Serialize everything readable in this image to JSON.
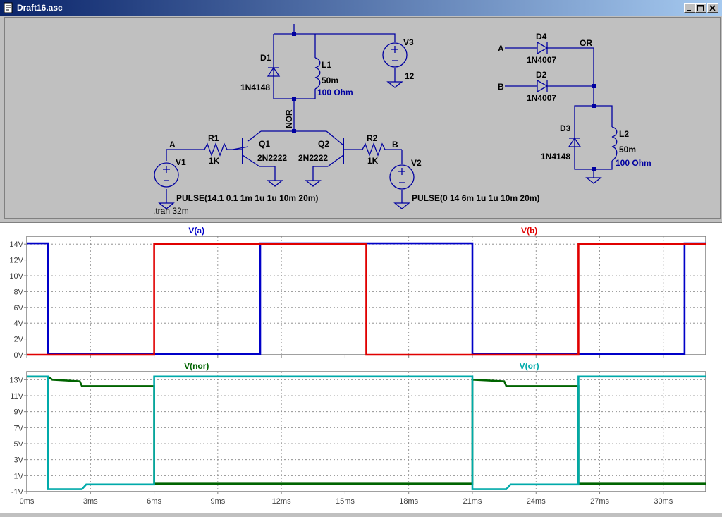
{
  "window": {
    "title": "Draft16.asc"
  },
  "schematic": {
    "labels": {
      "v3": "V3",
      "v3_value": "12",
      "d1": "D1",
      "d1_part": "1N4148",
      "l1": "L1",
      "l1_ind": "50m",
      "l1_res": "100 Ohm",
      "nor": "NOR",
      "q1": "Q1",
      "q1_part": "2N2222",
      "q2": "Q2",
      "q2_part": "2N2222",
      "r1": "R1",
      "r1_value": "1K",
      "r2": "R2",
      "r2_value": "1K",
      "net_a": "A",
      "net_b": "B",
      "v1": "V1",
      "v1_value": "PULSE(14.1 0.1 1m 1u 1u 10m 20m)",
      "v2": "V2",
      "v2_value": "PULSE(0 14 6m 1u 1u 10m 20m)",
      "tran": ".tran 32m",
      "d4": "D4",
      "d4_part": "1N4007",
      "d2": "D2",
      "d2_part": "1N4007",
      "or": "OR",
      "or_a": "A",
      "or_b": "B",
      "d3": "D3",
      "d3_part": "1N4148",
      "l2": "L2",
      "l2_ind": "50m",
      "l2_res": "100 Ohm"
    }
  },
  "colors": {
    "va": "#0000c8",
    "vb": "#e00000",
    "vnor": "#006400",
    "vor": "#00aaaa",
    "inst": "#0000a0"
  },
  "chart_data": [
    {
      "type": "line",
      "title": "",
      "series": [
        {
          "name": "V(a)",
          "color": "#0000c8",
          "points": [
            [
              0,
              14.1
            ],
            [
              1,
              14.1
            ],
            [
              1,
              0.1
            ],
            [
              11,
              0.1
            ],
            [
              11,
              14.1
            ],
            [
              21,
              14.1
            ],
            [
              21,
              0.1
            ],
            [
              31,
              0.1
            ],
            [
              31,
              14.1
            ],
            [
              32,
              14.1
            ]
          ]
        },
        {
          "name": "V(b)",
          "color": "#e00000",
          "points": [
            [
              0,
              0
            ],
            [
              6,
              0
            ],
            [
              6,
              14
            ],
            [
              16,
              14
            ],
            [
              16,
              0
            ],
            [
              26,
              0
            ],
            [
              26,
              14
            ],
            [
              32,
              14
            ]
          ]
        }
      ],
      "xlim": [
        0,
        32
      ],
      "ylim": [
        0,
        15
      ],
      "yticks": [
        0,
        2,
        4,
        6,
        8,
        10,
        12,
        14
      ],
      "ytick_labels": [
        "0V",
        "2V",
        "4V",
        "6V",
        "8V",
        "10V",
        "12V",
        "14V"
      ],
      "xticks": [
        0,
        3,
        6,
        9,
        12,
        15,
        18,
        21,
        24,
        27,
        30
      ],
      "grid": true
    },
    {
      "type": "line",
      "title": "",
      "series": [
        {
          "name": "V(nor)",
          "color": "#006400",
          "points": [
            [
              0,
              13.4
            ],
            [
              1,
              13.4
            ],
            [
              1.2,
              13.0
            ],
            [
              2.5,
              12.8
            ],
            [
              2.6,
              12.2
            ],
            [
              6,
              12.2
            ],
            [
              6,
              0
            ],
            [
              21,
              0
            ],
            [
              21,
              13.0
            ],
            [
              22.5,
              12.8
            ],
            [
              22.6,
              12.2
            ],
            [
              26,
              12.2
            ],
            [
              26,
              0
            ],
            [
              32,
              0
            ]
          ]
        },
        {
          "name": "V(or)",
          "color": "#00aaaa",
          "points": [
            [
              0,
              13.4
            ],
            [
              1,
              13.4
            ],
            [
              1,
              -0.7
            ],
            [
              2.6,
              -0.7
            ],
            [
              2.8,
              -0.1
            ],
            [
              6,
              -0.1
            ],
            [
              6,
              13.4
            ],
            [
              21,
              13.4
            ],
            [
              21,
              -0.7
            ],
            [
              22.6,
              -0.7
            ],
            [
              22.8,
              -0.1
            ],
            [
              26,
              -0.1
            ],
            [
              26,
              13.4
            ],
            [
              32,
              13.4
            ]
          ]
        }
      ],
      "xlim": [
        0,
        32
      ],
      "ylim": [
        -1,
        14
      ],
      "yticks": [
        -1,
        1,
        3,
        5,
        7,
        9,
        11,
        13
      ],
      "ytick_labels": [
        "-1V",
        "1V",
        "3V",
        "5V",
        "7V",
        "9V",
        "11V",
        "13V"
      ],
      "xticks": [
        0,
        3,
        6,
        9,
        12,
        15,
        18,
        21,
        24,
        27,
        30
      ],
      "xtick_labels": [
        "0ms",
        "3ms",
        "6ms",
        "9ms",
        "12ms",
        "15ms",
        "18ms",
        "21ms",
        "24ms",
        "27ms",
        "30ms"
      ],
      "grid": true
    }
  ]
}
